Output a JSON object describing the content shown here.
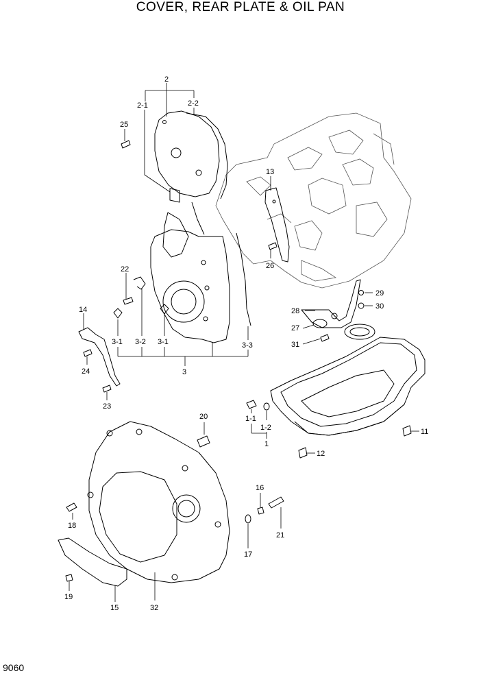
{
  "title": "COVER, REAR PLATE & OIL PAN",
  "page_code": "9060",
  "callouts": [
    {
      "id": "c-2",
      "label": "2"
    },
    {
      "id": "c-2-1",
      "label": "2-1"
    },
    {
      "id": "c-2-2",
      "label": "2-2"
    },
    {
      "id": "c-25",
      "label": "25"
    },
    {
      "id": "c-13",
      "label": "13"
    },
    {
      "id": "c-26",
      "label": "26"
    },
    {
      "id": "c-22",
      "label": "22"
    },
    {
      "id": "c-14",
      "label": "14"
    },
    {
      "id": "c-3-1a",
      "label": "3-1"
    },
    {
      "id": "c-3-2",
      "label": "3-2"
    },
    {
      "id": "c-3-1b",
      "label": "3-1"
    },
    {
      "id": "c-3-3",
      "label": "3-3"
    },
    {
      "id": "c-3",
      "label": "3"
    },
    {
      "id": "c-24",
      "label": "24"
    },
    {
      "id": "c-23",
      "label": "23"
    },
    {
      "id": "c-29",
      "label": "29"
    },
    {
      "id": "c-28",
      "label": "28"
    },
    {
      "id": "c-30",
      "label": "30"
    },
    {
      "id": "c-27",
      "label": "27"
    },
    {
      "id": "c-31",
      "label": "31"
    },
    {
      "id": "c-20",
      "label": "20"
    },
    {
      "id": "c-1-1",
      "label": "1-1"
    },
    {
      "id": "c-1-2",
      "label": "1-2"
    },
    {
      "id": "c-1",
      "label": "1"
    },
    {
      "id": "c-11",
      "label": "11"
    },
    {
      "id": "c-12",
      "label": "12"
    },
    {
      "id": "c-16",
      "label": "16"
    },
    {
      "id": "c-18",
      "label": "18"
    },
    {
      "id": "c-21",
      "label": "21"
    },
    {
      "id": "c-17",
      "label": "17"
    },
    {
      "id": "c-19",
      "label": "19"
    },
    {
      "id": "c-15",
      "label": "15"
    },
    {
      "id": "c-32",
      "label": "32"
    }
  ]
}
